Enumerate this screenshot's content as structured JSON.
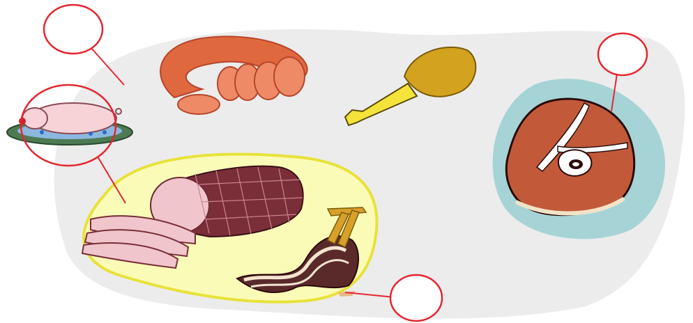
{
  "diagram": {
    "type": "labeling-exercise",
    "callouts": [
      {
        "id": "label-1",
        "text": ""
      },
      {
        "id": "label-2",
        "text": ""
      },
      {
        "id": "label-3",
        "text": ""
      },
      {
        "id": "label-4",
        "text": ""
      }
    ],
    "items": [
      {
        "name": "sausage-ring",
        "icon": "sausage-icon"
      },
      {
        "name": "chicken-leg",
        "icon": "drumstick-icon"
      },
      {
        "name": "roast-pig",
        "icon": "roast-pig-icon"
      },
      {
        "name": "ham-roast",
        "icon": "ham-icon"
      },
      {
        "name": "bacon-strips",
        "icon": "bacon-icon"
      },
      {
        "name": "t-bone-steak",
        "icon": "steak-icon"
      }
    ],
    "colors": {
      "background_blob": "#ececec",
      "callout_stroke": "#e5262f",
      "pork_group_fill": "#fbfbb8",
      "pork_group_stroke": "#e8e23a",
      "steak_backdrop": "#a6d4d6"
    }
  }
}
